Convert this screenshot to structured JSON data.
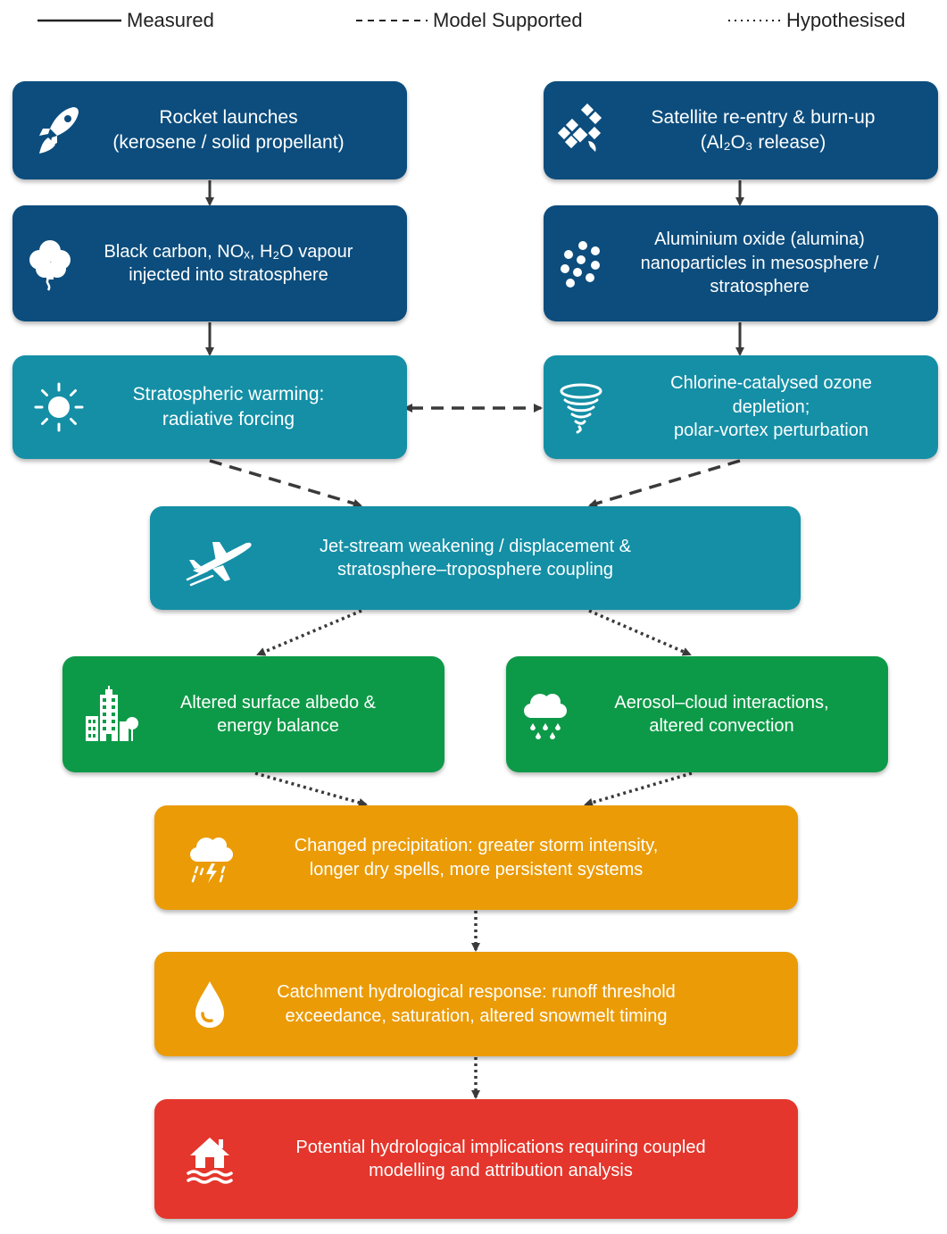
{
  "legend": {
    "measured": "Measured",
    "model_supported": "Model Supported",
    "hypothesised": "Hypothesised"
  },
  "colors": {
    "navy": "#0c4d7d",
    "teal": "#148fa6",
    "green": "#0d9a48",
    "orange": "#eb9b06",
    "red": "#e4362c",
    "arrow": "#3a3a3a"
  },
  "nodes": {
    "rocket": {
      "icon": "rocket-icon",
      "line1": "Rocket launches",
      "line2": "(kerosene / solid propellant)"
    },
    "satellite": {
      "icon": "satellite-icon",
      "line1": "Satellite re-entry & burn-up",
      "line2": "(Al₂O₃ release)"
    },
    "black_carbon": {
      "icon": "smoke-cloud-icon",
      "line1": "Black carbon, NOₓ, H₂O vapour",
      "line2": "injected into stratosphere"
    },
    "alumina": {
      "icon": "particles-icon",
      "line1": "Aluminium oxide (alumina)",
      "line2": "nanoparticles in mesosphere /",
      "line3": "stratosphere"
    },
    "warming": {
      "icon": "sun-icon",
      "line1": "Stratospheric warming:",
      "line2": "radiative forcing"
    },
    "ozone": {
      "icon": "vortex-icon",
      "line1": "Chlorine-catalysed ozone",
      "line2": "depletion;",
      "line3": "polar-vortex perturbation"
    },
    "jet_stream": {
      "icon": "airplane-icon",
      "line1": "Jet-stream weakening / displacement &",
      "line2": "stratosphere–troposphere coupling"
    },
    "albedo": {
      "icon": "city-icon",
      "line1": "Altered surface albedo &",
      "line2": "energy balance"
    },
    "aerosol": {
      "icon": "rain-cloud-icon",
      "line1": "Aerosol–cloud interactions,",
      "line2": "altered convection"
    },
    "precipitation": {
      "icon": "storm-cloud-icon",
      "line1": "Changed precipitation: greater storm intensity,",
      "line2": "longer dry spells, more persistent systems"
    },
    "catchment": {
      "icon": "water-drop-icon",
      "line1": "Catchment hydrological response: runoff threshold",
      "line2": "exceedance, saturation, altered snowmelt timing"
    },
    "implications": {
      "icon": "flood-house-icon",
      "line1": "Potential hydrological implications requiring coupled",
      "line2": "modelling and attribution analysis"
    }
  },
  "edges": [
    {
      "from": "rocket",
      "to": "black_carbon",
      "style": "measured"
    },
    {
      "from": "satellite",
      "to": "alumina",
      "style": "measured"
    },
    {
      "from": "black_carbon",
      "to": "warming",
      "style": "measured"
    },
    {
      "from": "alumina",
      "to": "ozone",
      "style": "measured"
    },
    {
      "from": "warming",
      "to": "ozone",
      "style": "model_supported",
      "bidirectional": true
    },
    {
      "from": "warming",
      "to": "jet_stream",
      "style": "model_supported"
    },
    {
      "from": "ozone",
      "to": "jet_stream",
      "style": "model_supported"
    },
    {
      "from": "jet_stream",
      "to": "albedo",
      "style": "hypothesised"
    },
    {
      "from": "jet_stream",
      "to": "aerosol",
      "style": "hypothesised"
    },
    {
      "from": "albedo",
      "to": "precipitation",
      "style": "hypothesised"
    },
    {
      "from": "aerosol",
      "to": "precipitation",
      "style": "hypothesised"
    },
    {
      "from": "precipitation",
      "to": "catchment",
      "style": "hypothesised"
    },
    {
      "from": "catchment",
      "to": "implications",
      "style": "hypothesised"
    }
  ]
}
